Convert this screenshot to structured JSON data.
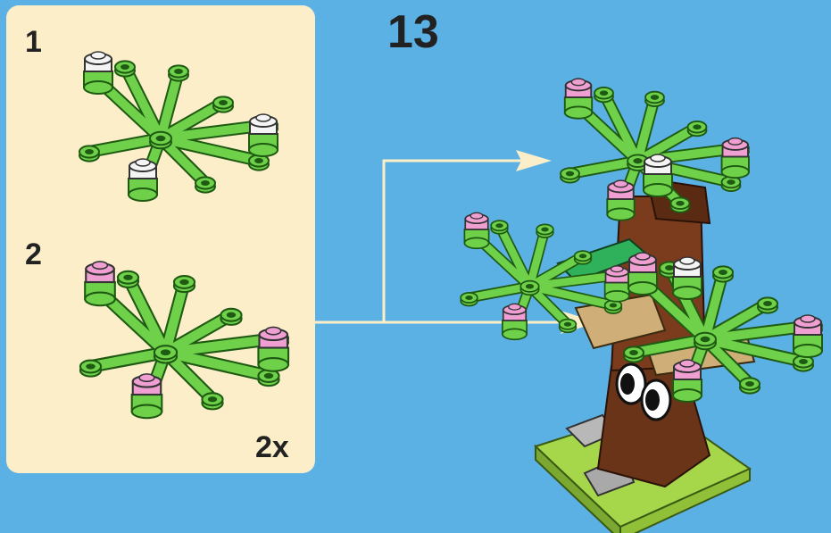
{
  "step_number": "13",
  "substeps": [
    {
      "number": "1",
      "flower_color": "white"
    },
    {
      "number": "2",
      "flower_color": "pink"
    }
  ],
  "multiplier": "2x",
  "colors": {
    "background": "#5bb1e4",
    "panel": "#fbeec9",
    "leaf_green": "#6fd04a",
    "leaf_dark": "#1e5a12",
    "trunk_brown": "#6a3418",
    "tan": "#cfae78",
    "flower_pink": "#ef9fd2",
    "flower_white": "#f4f4f4",
    "base_lime": "#a6d64a",
    "rock_gray": "#a9a9a9",
    "arrow": "#fbeec9"
  }
}
